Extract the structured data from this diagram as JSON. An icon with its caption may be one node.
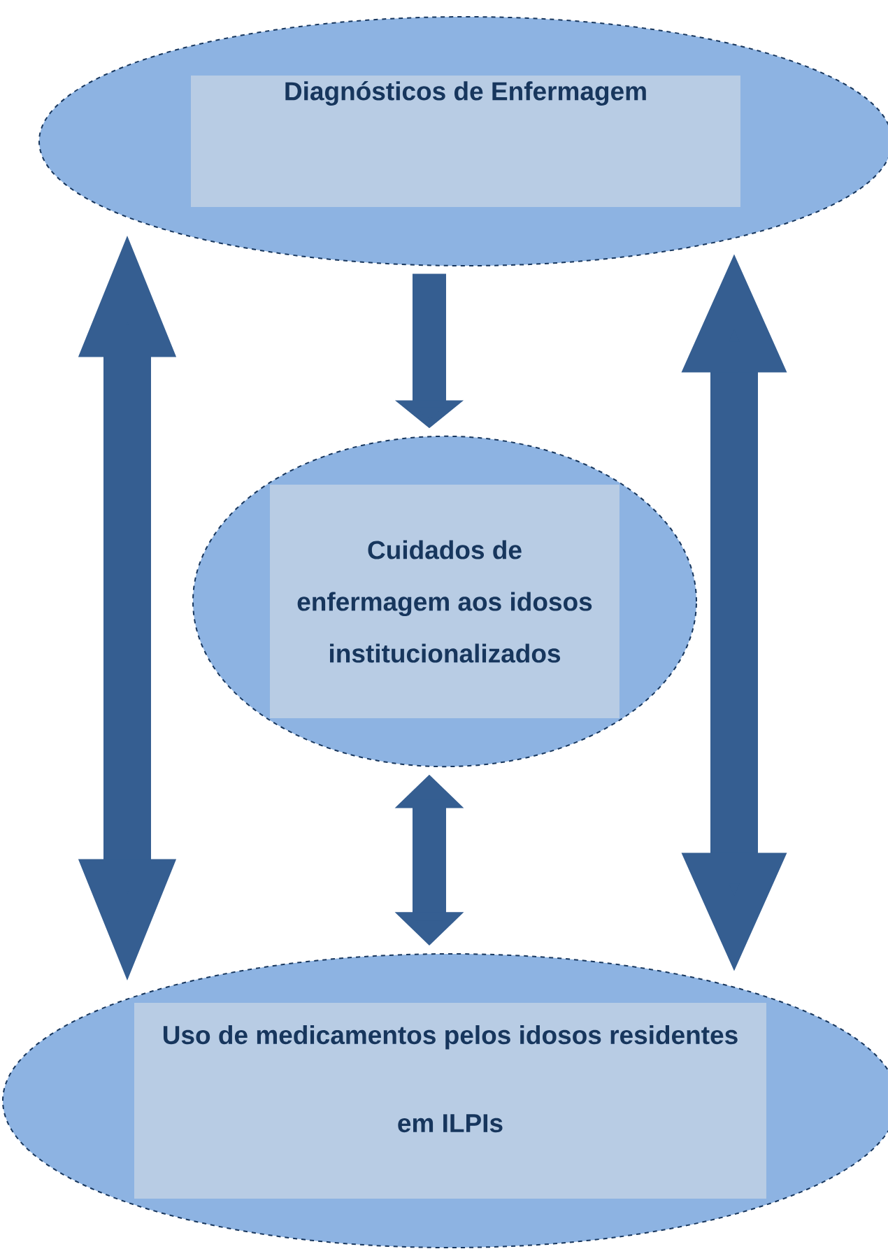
{
  "diagram": {
    "nodes": [
      {
        "text": [
          "Diagnósticos de Enfermagem"
        ]
      },
      {
        "text": [
          "Cuidados de enfermagem aos idosos institucionalizados"
        ]
      },
      {
        "text": [
          "Uso de medicamentos pelos idosos residentes em ILPIs"
        ]
      }
    ],
    "edges": [
      {
        "from": 0,
        "to": 2,
        "arrow": "both"
      },
      {
        "from": 0,
        "to": 1,
        "arrow": "to"
      },
      {
        "from": 0,
        "to": 2,
        "arrow": "both"
      },
      {
        "from": 1,
        "to": 2,
        "arrow": "both"
      }
    ]
  }
}
